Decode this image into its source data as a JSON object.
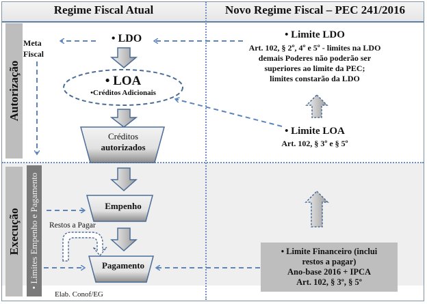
{
  "header": {
    "left_title": "Regime Fiscal Atual",
    "right_title": "Novo Regime Fiscal – PEC 241/2016"
  },
  "sections": {
    "autorizacao": "Autorização",
    "execucao": "Execução",
    "limites_empenho": "• Limites Empenho e Pagamento"
  },
  "current_regime": {
    "meta_fiscal_line1": "Meta",
    "meta_fiscal_line2": "Fiscal",
    "ldo": "• LDO",
    "loa_title": "• LOA",
    "loa_sub": "•Créditos Adicionais",
    "creditos_line1": "Créditos",
    "creditos_line2": "autorizados",
    "empenho": "Empenho",
    "restos_a_pagar": "Restos a Pagar",
    "pagamento": "Pagamento",
    "source": "Elab. Conof/EG"
  },
  "new_regime": {
    "limite_ldo_title": "• Limite LDO",
    "limite_ldo_lines": [
      "Art. 102, § 2º, 4º e 5º - limites na LDO",
      "demais Poderes não poderão ser",
      "superiores ao limite da PEC;",
      "limites constarão da LDO"
    ],
    "limite_loa_title": "• Limite LOA",
    "limite_loa_body": "Art. 102, § 3º e § 5º",
    "limite_fin_lines": [
      "• Limite Financeiro  (inclui",
      "restos a pagar)",
      "Ano-base 2016 + IPCA",
      "Art. 102, § 3º, § 5º"
    ]
  },
  "colors": {
    "dash_blue": "#5b84bd",
    "border_blue": "#5a7fa8",
    "side_gray": "#bdbdbd",
    "side_dark": "#7a7a7a",
    "exec_bg": "#efeff0"
  }
}
